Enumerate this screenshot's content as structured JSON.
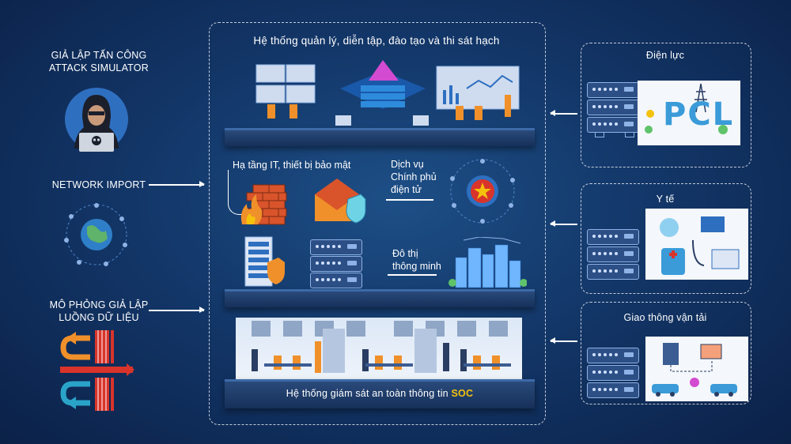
{
  "left": {
    "attack_line1": "GIẢ LẬP TẤN CÔNG",
    "attack_line2": "ATTACK SIMULATOR",
    "network": "NETWORK IMPORT",
    "flow_line1": "MÔ PHỎNG GIẢ LẬP",
    "flow_line2": "LUỒNG DỮ LIỆU"
  },
  "center": {
    "top_title": "Hệ thống quản lý, diễn tập, đào tạo và thi sát hạch",
    "infra": "Hạ tầng IT, thiết bị bảo mật",
    "egov_line1": "Dịch vụ",
    "egov_line2": "Chính phủ",
    "egov_line3": "điện tử",
    "smart_line1": "Đô thị",
    "smart_line2": "thông minh",
    "soc_prefix": "Hệ thống giám sát an toàn thông tin ",
    "soc_accent": "SOC"
  },
  "right": {
    "power": "Điện lực",
    "power_logo": "PCL",
    "health": "Y tế",
    "transport": "Giao thông vận tải"
  },
  "colors": {
    "accent": "#f4c20d",
    "background": "#133769",
    "arrow_red": "#d9342b",
    "arrow_blue": "#2aa3c9",
    "arrow_orange": "#f0902a"
  },
  "icons": [
    "hacker-icon",
    "skull-icon",
    "globe-network-icon",
    "loop-arrows-icon",
    "firewall-icon",
    "mail-shield-icon",
    "server-rack-icon",
    "shield-icon",
    "star-emblem-icon",
    "city-icon",
    "server-stack-icon"
  ]
}
